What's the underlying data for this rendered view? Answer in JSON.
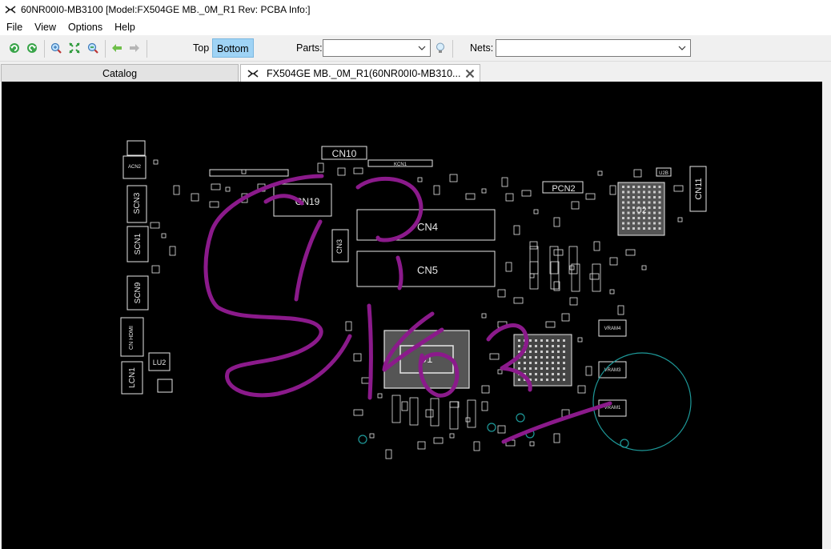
{
  "window": {
    "title": "60NR00I0-MB3100 [Model:FX504GE MB._0M_R1 Rev: PCBA Info:]"
  },
  "menu": {
    "items": [
      "File",
      "View",
      "Options",
      "Help"
    ]
  },
  "toolbar": {
    "top_label": "Top",
    "bottom_label": "Bottom",
    "parts_label": "Parts:",
    "parts_value": "",
    "nets_label": "Nets:",
    "nets_value": ""
  },
  "tabs": [
    {
      "label": "Catalog"
    },
    {
      "label": "FX504GE MB._0M_R1(60NR00I0-MB310..."
    }
  ],
  "board": {
    "labels": [
      "ACN2",
      "SCN3",
      "SCN1",
      "SCN9",
      "CN HDMI",
      "LCN1",
      "LU2",
      "CN10",
      "KCN1",
      "CN19",
      "CN4",
      "CN5",
      "U1",
      "PCN2",
      "U2B",
      "U2",
      "CN11",
      "VRAM4",
      "VRAM3",
      "VRAM1",
      "CN3"
    ],
    "colors": {
      "outline": "#e6e6e6",
      "ink": "#8b1a8b",
      "circle": "#1e9a9a",
      "background": "#000000"
    }
  }
}
